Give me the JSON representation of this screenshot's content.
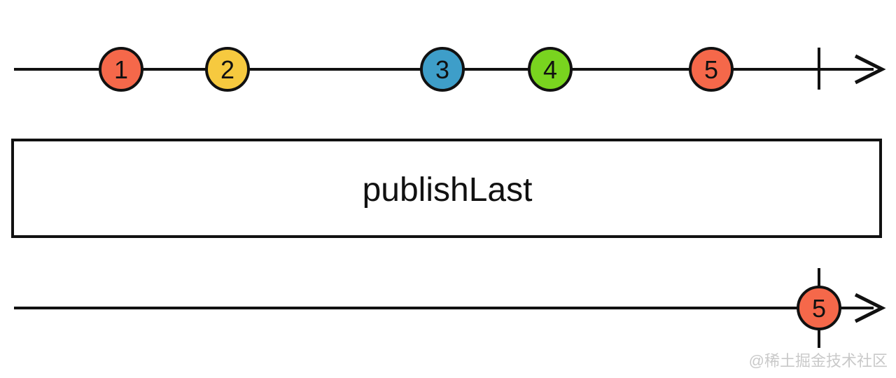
{
  "diagram": {
    "kind": "rx-marble-diagram",
    "operator": {
      "label": "publishLast"
    },
    "source_stream": {
      "marbles": [
        {
          "value": "1",
          "color": "#f5684a"
        },
        {
          "value": "2",
          "color": "#f6c93f"
        },
        {
          "value": "3",
          "color": "#3e9ec9"
        },
        {
          "value": "4",
          "color": "#79d41f"
        },
        {
          "value": "5",
          "color": "#f5684a"
        }
      ],
      "completed": true
    },
    "result_stream": {
      "marbles": [
        {
          "value": "5",
          "color": "#f5684a"
        }
      ],
      "completed": true
    },
    "colors": {
      "line": "#111111",
      "box_border": "#111111",
      "watermark": "#c9c9c9"
    },
    "watermark": "@稀土掘金技术社区"
  }
}
